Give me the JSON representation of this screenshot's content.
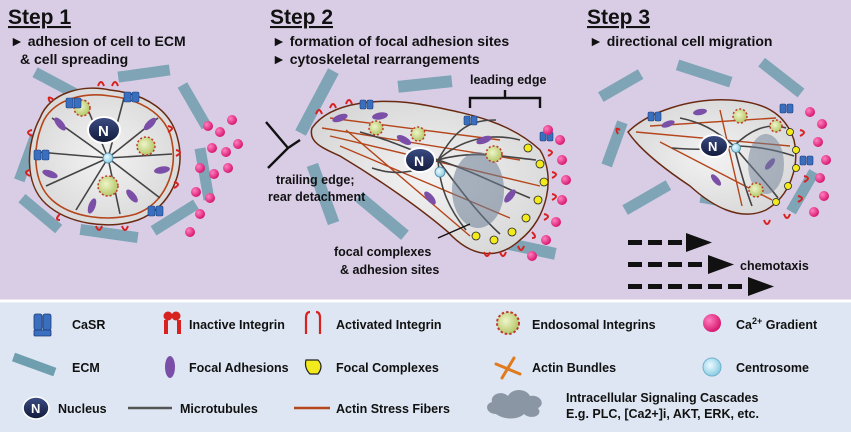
{
  "steps": [
    {
      "title": "Step 1",
      "lines": [
        "► adhesion of cell to ECM",
        "& cell spreading"
      ]
    },
    {
      "title": "Step 2",
      "lines": [
        "► formation of focal adhesion sites",
        "► cytoskeletal rearrangements"
      ]
    },
    {
      "title": "Step 3",
      "lines": [
        "► directional cell migration"
      ]
    }
  ],
  "annotations": {
    "leading_edge": "leading edge",
    "trailing_edge": [
      "trailing edge;",
      "rear detachment"
    ],
    "focal_complexes": [
      "focal complexes",
      "& adhesion sites"
    ],
    "chemotaxis": "chemotaxis",
    "nucleus_letter": "N"
  },
  "legend": {
    "casr": "CaSR",
    "inactive_integrin": "Inactive Integrin",
    "activated_integrin": "Activated Integrin",
    "endosomal_integrins": "Endosomal Integrins",
    "ca_gradient_prefix": "Ca",
    "ca_gradient_sup": "2+",
    "ca_gradient_suffix": " Gradient",
    "ecm": "ECM",
    "focal_adhesions": "Focal Adhesions",
    "focal_complexes": "Focal Complexes",
    "actin_bundles": "Actin Bundles",
    "centrosome": "Centrosome",
    "nucleus": "Nucleus",
    "microtubules": "Microtubules",
    "actin_stress_fibers": "Actin Stress Fibers",
    "signaling_line1": "Intracellular Signaling Cascades",
    "signaling_line2": "E.g. PLC, [Ca2+]i, AKT, ERK, etc."
  },
  "colors": {
    "top_bg": "#d9cde6",
    "legend_bg": "#dde6f2",
    "ecm": "#6f9eae",
    "cell": "#e9e9e9",
    "casr": "#3a6fc0",
    "integrin": "#d8221f",
    "endosome": "#c9d98a",
    "focal_adhesion": "#7b4fa8",
    "focal_complex": "#f2ea1c",
    "actin": "#b5451b",
    "microtubule": "#444444",
    "centrosome": "#bfe6f2",
    "nucleus": "#1f2a55",
    "calcium": "#e3197d"
  }
}
